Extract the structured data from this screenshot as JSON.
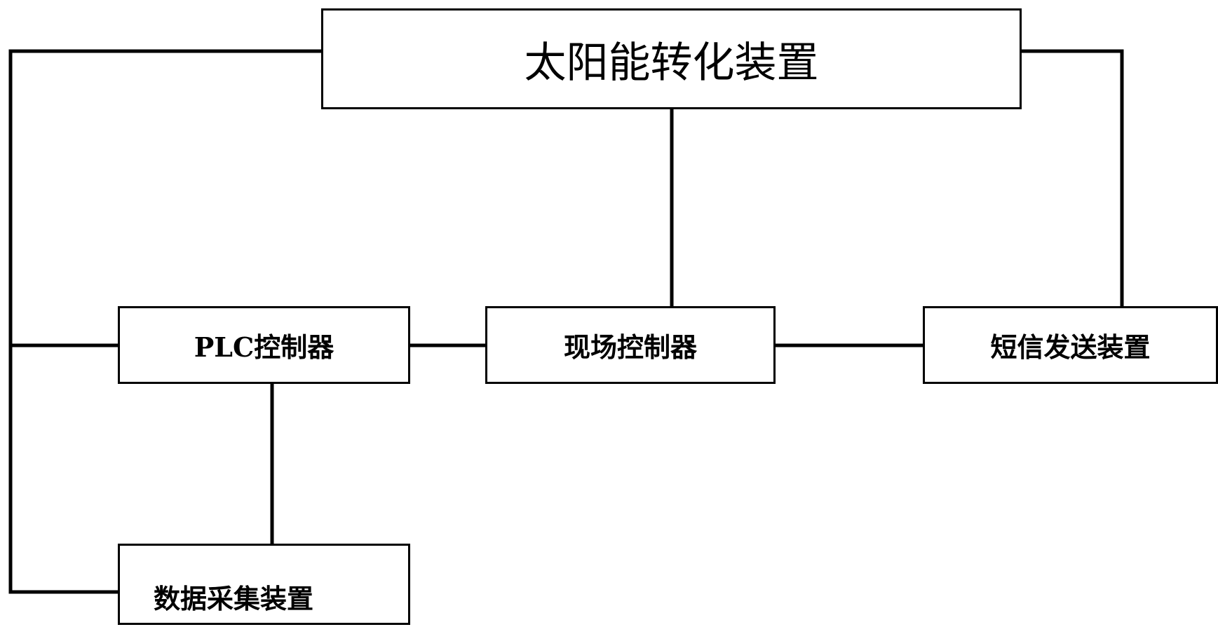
{
  "diagram": {
    "nodes": {
      "solar": {
        "label": "太阳能转化装置"
      },
      "plc": {
        "label": "PLC控制器"
      },
      "field": {
        "label": "现场控制器"
      },
      "sms": {
        "label": "短信发送装置"
      },
      "data": {
        "label": "数据采集装置"
      }
    },
    "edges": [
      {
        "from": "solar",
        "to": "plc"
      },
      {
        "from": "solar",
        "to": "data"
      },
      {
        "from": "solar",
        "to": "field"
      },
      {
        "from": "solar",
        "to": "sms"
      },
      {
        "from": "plc",
        "to": "field"
      },
      {
        "from": "field",
        "to": "sms"
      },
      {
        "from": "plc",
        "to": "data"
      }
    ],
    "line_color": "#000000",
    "box_border_color": "#000000"
  }
}
